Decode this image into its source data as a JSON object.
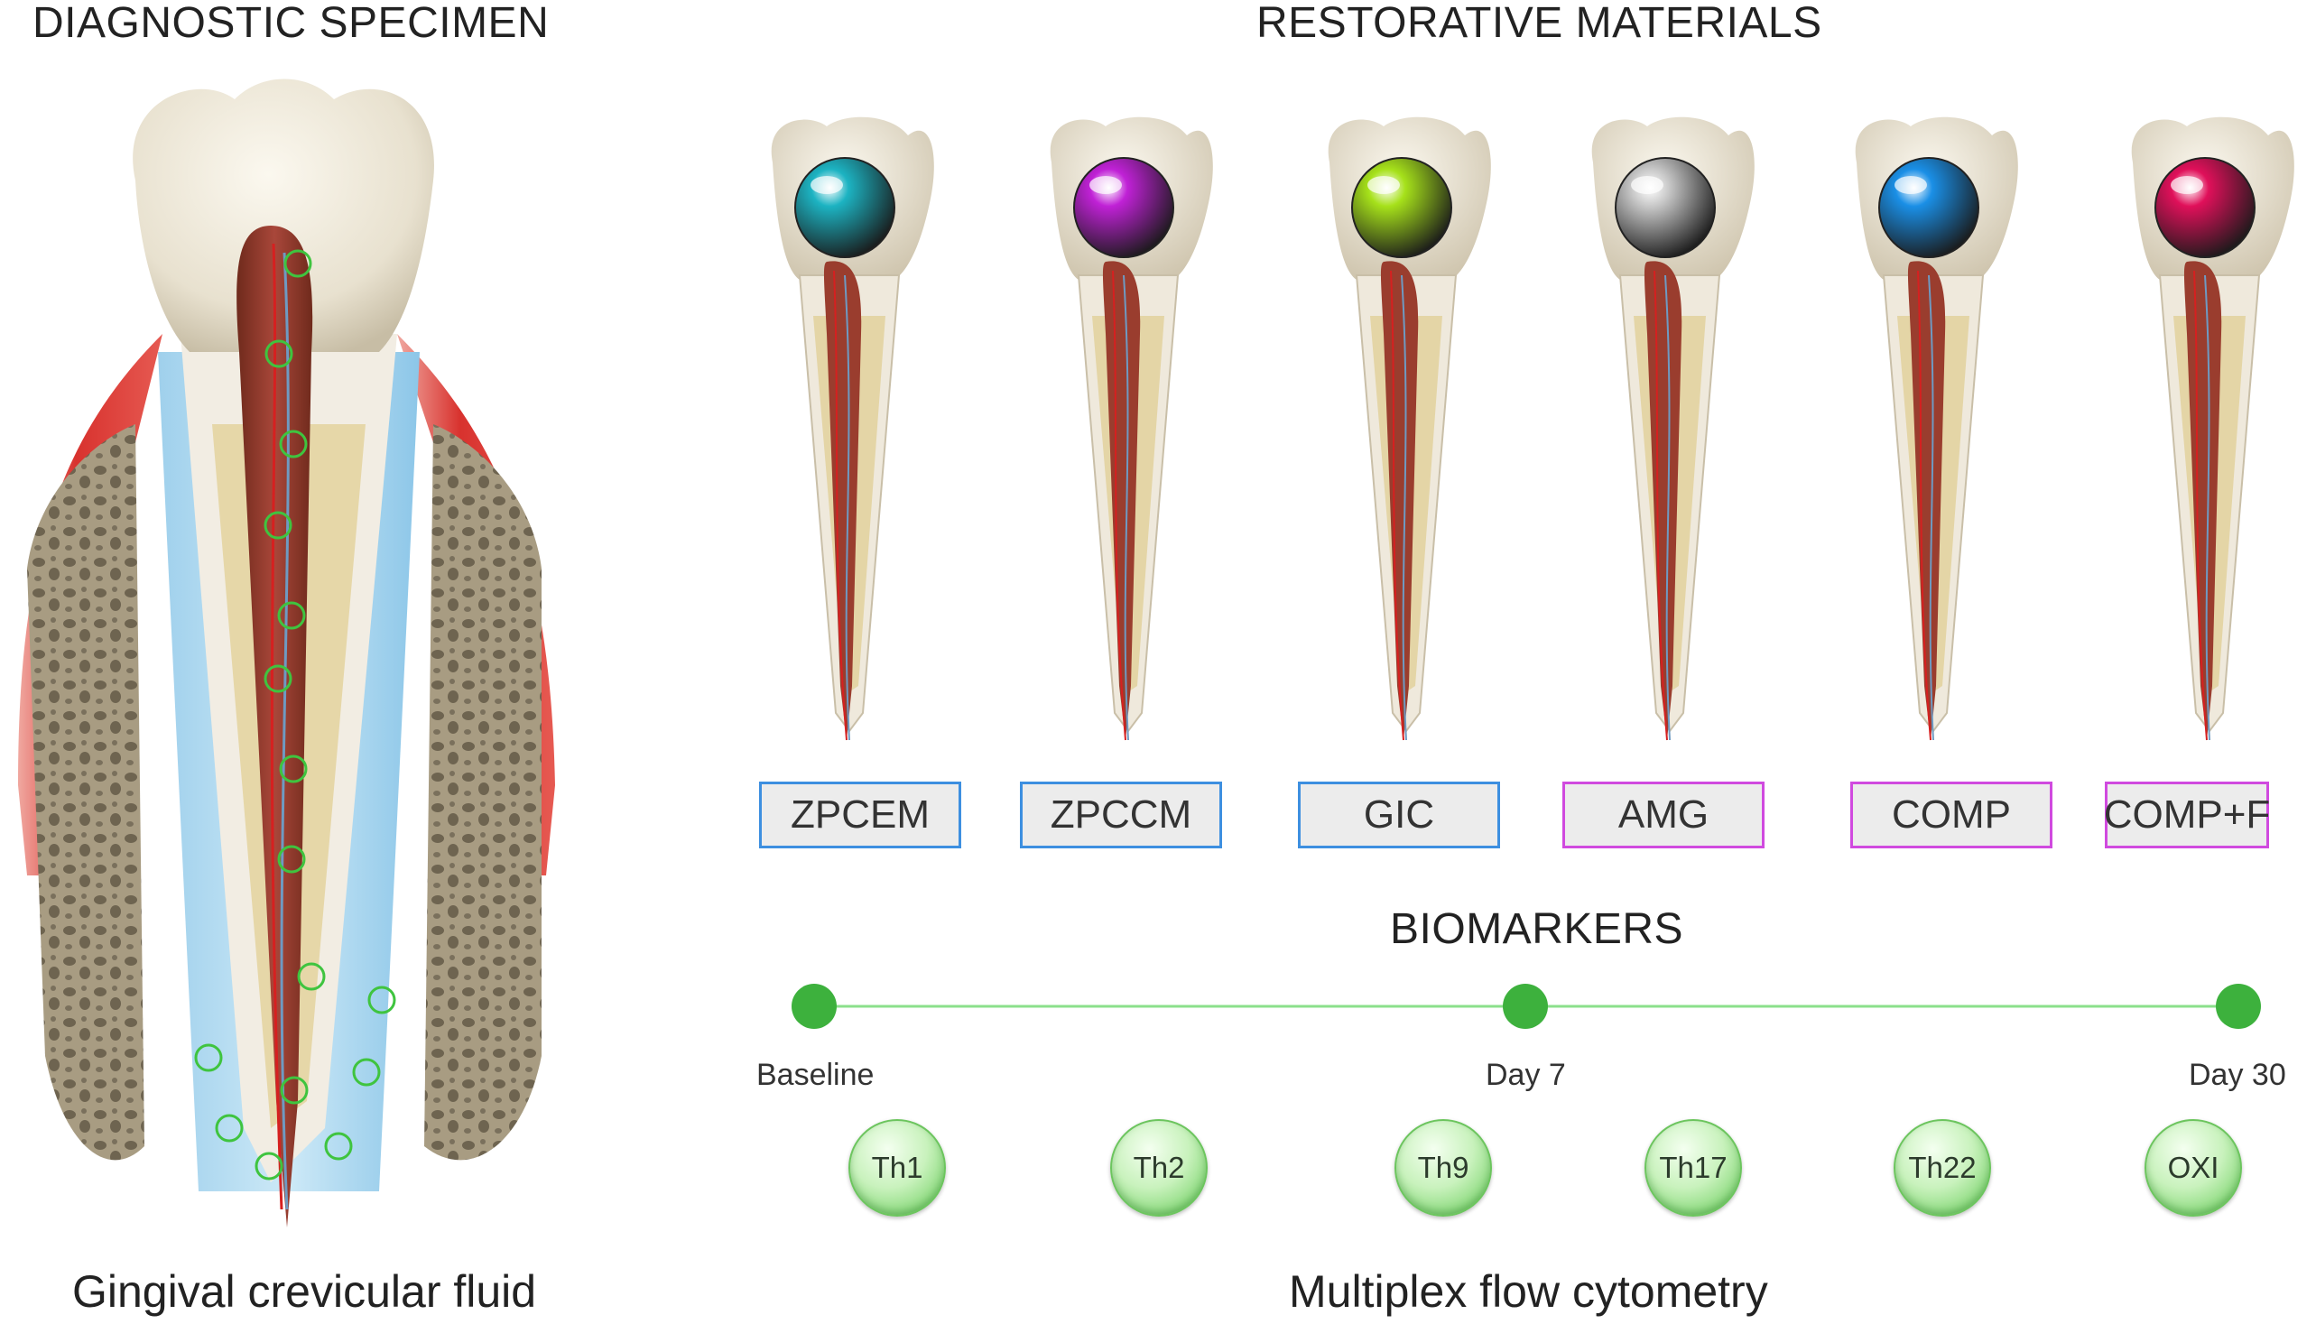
{
  "headings": {
    "diagnostic": "DIAGNOSTIC SPECIMEN",
    "restorative": "RESTORATIVE MATERIALS",
    "biomarkers": "BIOMARKERS"
  },
  "captions": {
    "specimen": "Gingival crevicular fluid",
    "method": "Multiplex flow cytometry"
  },
  "materials": [
    {
      "label": "ZPCEM",
      "sphere_color": "#1cb3c2",
      "border_color": "#3d8fe0"
    },
    {
      "label": "ZPCCM",
      "sphere_color": "#c021d6",
      "border_color": "#3d8fe0"
    },
    {
      "label": "GIC",
      "sphere_color": "#a6e11a",
      "border_color": "#3d8fe0"
    },
    {
      "label": "AMG",
      "sphere_color": "#c8c8c8",
      "border_color": "#d04adf"
    },
    {
      "label": "COMP",
      "sphere_color": "#1a8fe6",
      "border_color": "#d04adf"
    },
    {
      "label": "COMP+F",
      "sphere_color": "#e0105a",
      "border_color": "#d04adf"
    }
  ],
  "timeline": {
    "points": [
      "Baseline",
      "Day 7",
      "Day 30"
    ],
    "color": "#3db13d"
  },
  "biomarkers": [
    "Th1",
    "Th2",
    "Th9",
    "Th17",
    "Th22",
    "OXI"
  ]
}
